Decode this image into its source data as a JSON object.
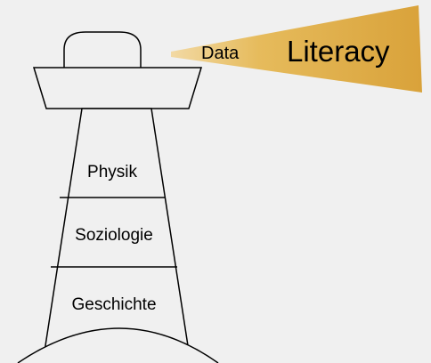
{
  "diagram": {
    "beam": {
      "word_small": "Data",
      "word_large": "Literacy",
      "fill_color": "#dba73e",
      "highlight_color": "#f6d38a"
    },
    "tower": {
      "sections": [
        {
          "label": "Physik"
        },
        {
          "label": "Soziologie"
        },
        {
          "label": "Geschichte"
        }
      ],
      "line_color": "#000000",
      "fill_color": "#f0f0f0"
    },
    "background_color": "#f0f0f0"
  }
}
